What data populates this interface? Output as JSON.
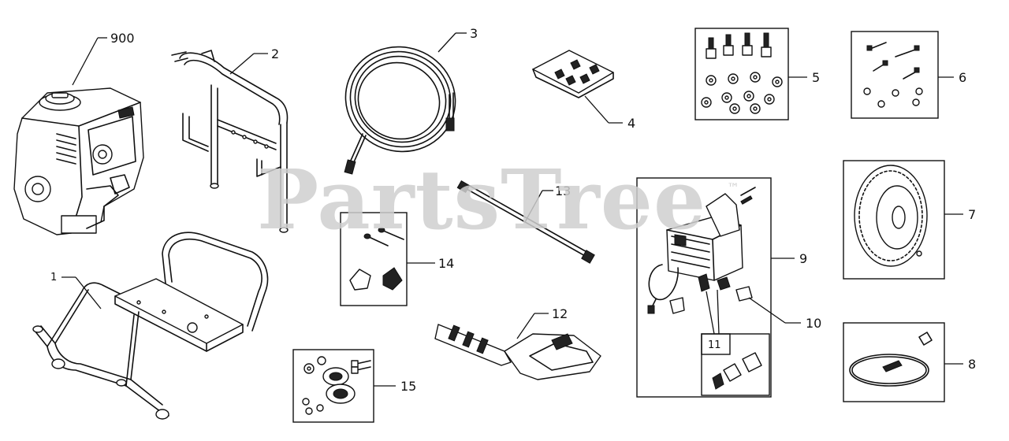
{
  "watermark": {
    "text": "PartsTree",
    "trademark": "™"
  },
  "callouts": {
    "p900": "900",
    "p1": "1",
    "p2": "2",
    "p3": "3",
    "p4": "4",
    "p5": "5",
    "p6": "6",
    "p7": "7",
    "p8": "8",
    "p9": "9",
    "p10": "10",
    "p11": "11",
    "p12": "12",
    "p13": "13",
    "p14": "14",
    "p15": "15"
  }
}
